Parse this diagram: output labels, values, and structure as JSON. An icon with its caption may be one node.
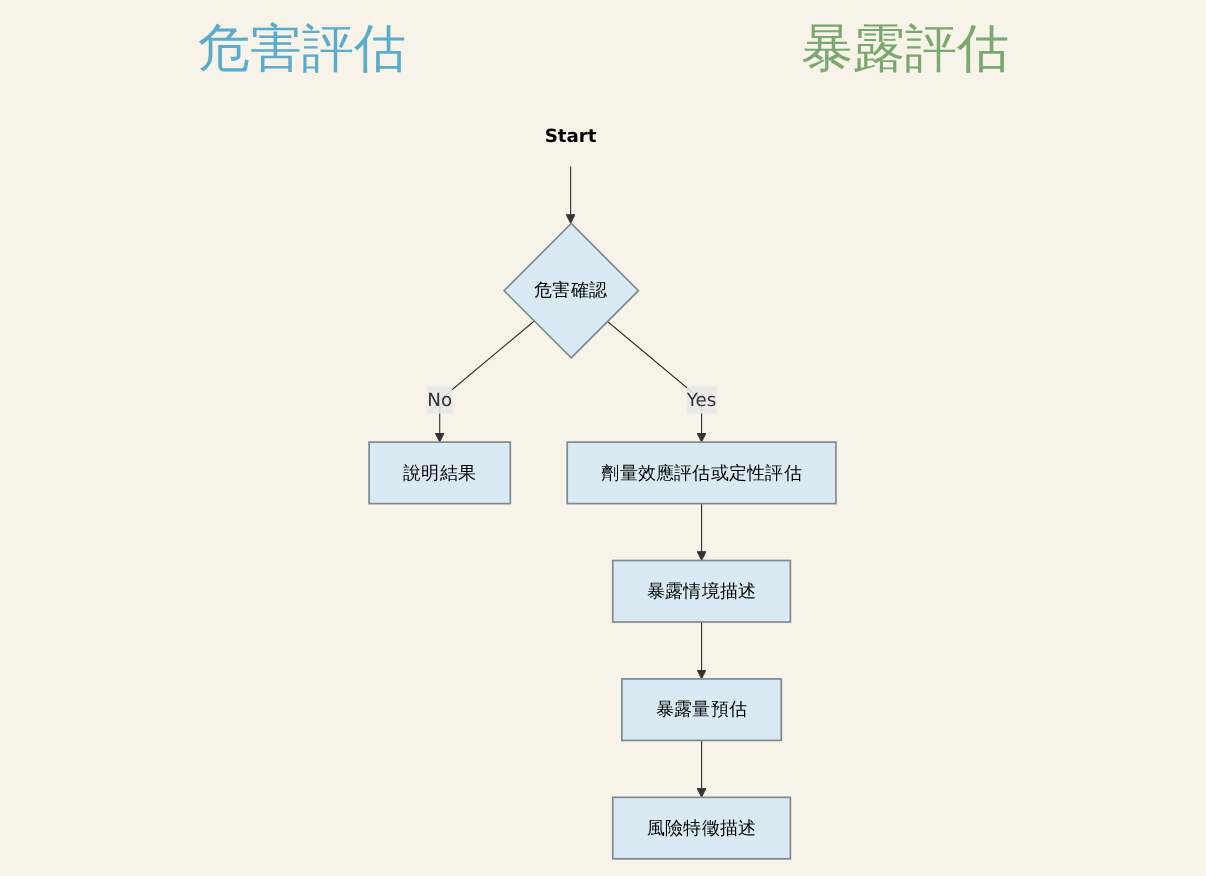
{
  "diagram": {
    "nodes": [
      {
        "text": [
          "Start"
        ]
      },
      {
        "text": [
          "危害確認"
        ]
      },
      {
        "text": [
          "說明結果"
        ]
      },
      {
        "text": [
          "劑量效應評估或定性評估"
        ]
      },
      {
        "text": [
          "暴露情境描述"
        ]
      },
      {
        "text": [
          "暴露量預估"
        ]
      },
      {
        "text": [
          "風險特徵描述"
        ]
      }
    ],
    "edges": [
      {
        "from": 0,
        "to": 1,
        "arrow": "to"
      },
      {
        "from": 1,
        "to": 2,
        "arrow": "to",
        "label": "No"
      },
      {
        "from": 1,
        "to": 3,
        "arrow": "to",
        "label": "Yes"
      },
      {
        "from": 3,
        "to": 4,
        "arrow": "to"
      },
      {
        "from": 4,
        "to": 5,
        "arrow": "to"
      },
      {
        "from": 5,
        "to": 6,
        "arrow": "to"
      }
    ],
    "labels": [
      "危害評估",
      "暴露評估"
    ]
  }
}
